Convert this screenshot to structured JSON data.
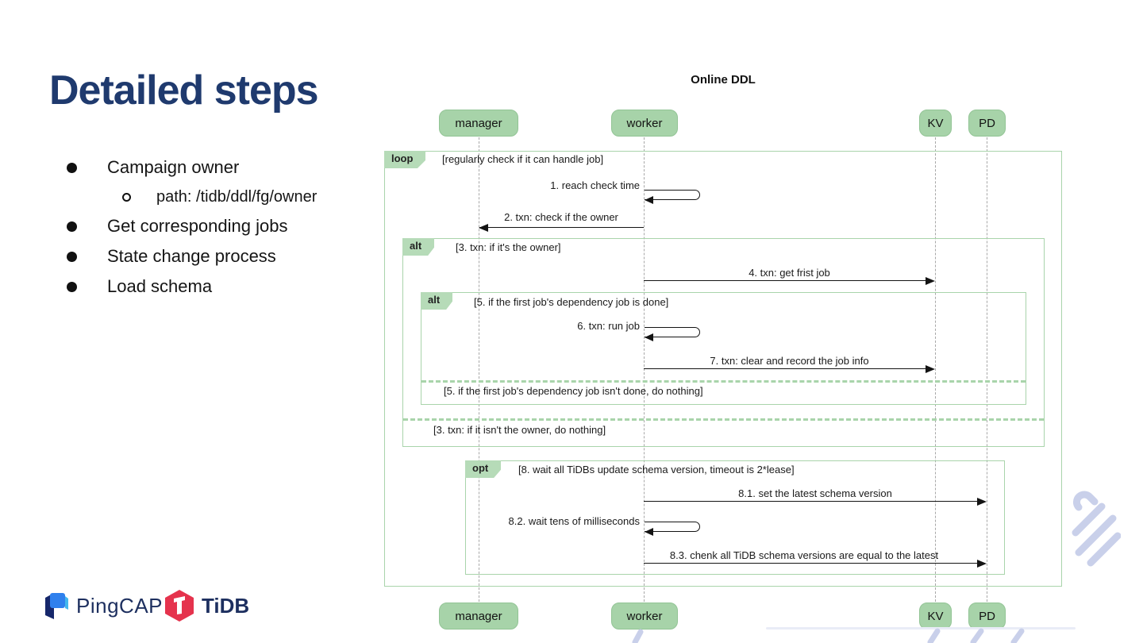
{
  "slide": {
    "title": "Detailed steps",
    "bullets": [
      {
        "level": 1,
        "text": "Campaign owner"
      },
      {
        "level": 2,
        "text": "path: /tidb/ddl/fg/owner"
      },
      {
        "level": 1,
        "text": "Get corresponding jobs"
      },
      {
        "level": 1,
        "text": "State change process"
      },
      {
        "level": 1,
        "text": "Load schema"
      }
    ]
  },
  "diagram": {
    "title": "Online DDL",
    "actors": [
      "manager",
      "worker",
      "KV",
      "PD"
    ],
    "frames": [
      {
        "label": "loop",
        "condition": "[regularly check if it can handle job]"
      },
      {
        "label": "alt",
        "condition": "[3. txn: if it's the owner]",
        "else_condition": "[3. txn: if it isn't the owner, do nothing]"
      },
      {
        "label": "alt",
        "condition": "[5. if the first job's dependency job is done]",
        "else_condition": "[5. if the first job's dependency job isn't done, do nothing]"
      },
      {
        "label": "opt",
        "condition": "[8. wait all TiDBs update schema version, timeout is 2*lease]"
      }
    ],
    "messages": [
      {
        "text": "1. reach check time",
        "from": "worker",
        "to": "worker",
        "kind": "self"
      },
      {
        "text": "2. txn: check if the owner",
        "from": "worker",
        "to": "manager",
        "kind": "arrow"
      },
      {
        "text": "4. txn: get frist job",
        "from": "worker",
        "to": "KV",
        "kind": "arrow"
      },
      {
        "text": "6. txn: run job",
        "from": "worker",
        "to": "worker",
        "kind": "self"
      },
      {
        "text": "7. txn: clear and record the job info",
        "from": "worker",
        "to": "KV",
        "kind": "arrow"
      },
      {
        "text": "8.1. set the latest schema version",
        "from": "worker",
        "to": "PD",
        "kind": "arrow"
      },
      {
        "text": "8.2. wait tens of milliseconds",
        "from": "worker",
        "to": "worker",
        "kind": "self"
      },
      {
        "text": "8.3. chenk all TiDB schema versions are equal to the latest",
        "from": "worker",
        "to": "PD",
        "kind": "arrow"
      }
    ]
  },
  "footer": {
    "pingcap_label": "PingCAP",
    "tidb_label": "TiDB"
  },
  "colors": {
    "title_navy": "#1f3a6e",
    "actor_green": "#a7d3a9",
    "frame_green": "#a9d4ab",
    "brand_red": "#e5334d",
    "brand_blue": "#2f80ed",
    "decor_lavender": "#c9d0ea"
  }
}
